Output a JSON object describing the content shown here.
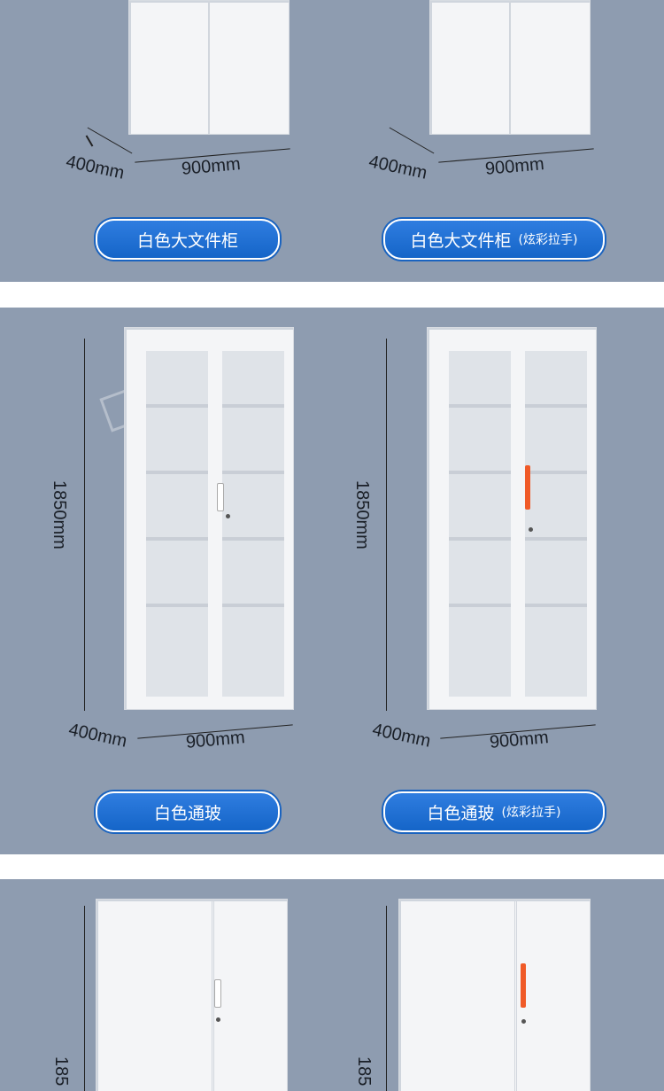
{
  "dims": {
    "depth": "400mm",
    "width": "900mm",
    "height": "1850mm",
    "height_partial": "185"
  },
  "labels": {
    "p1_left": "白色大文件柜",
    "p1_right_main": "白色大文件柜",
    "p1_right_sub": "(炫彩拉手)",
    "p2_left": "白色通玻",
    "p2_right_main": "白色通玻",
    "p2_right_sub": "(炫彩拉手)"
  },
  "colors": {
    "panel_bg": "#8e9cb0",
    "pill_blue": "#1565c8",
    "handle_orange": "#f05a28",
    "handle_white": "#ffffff"
  }
}
